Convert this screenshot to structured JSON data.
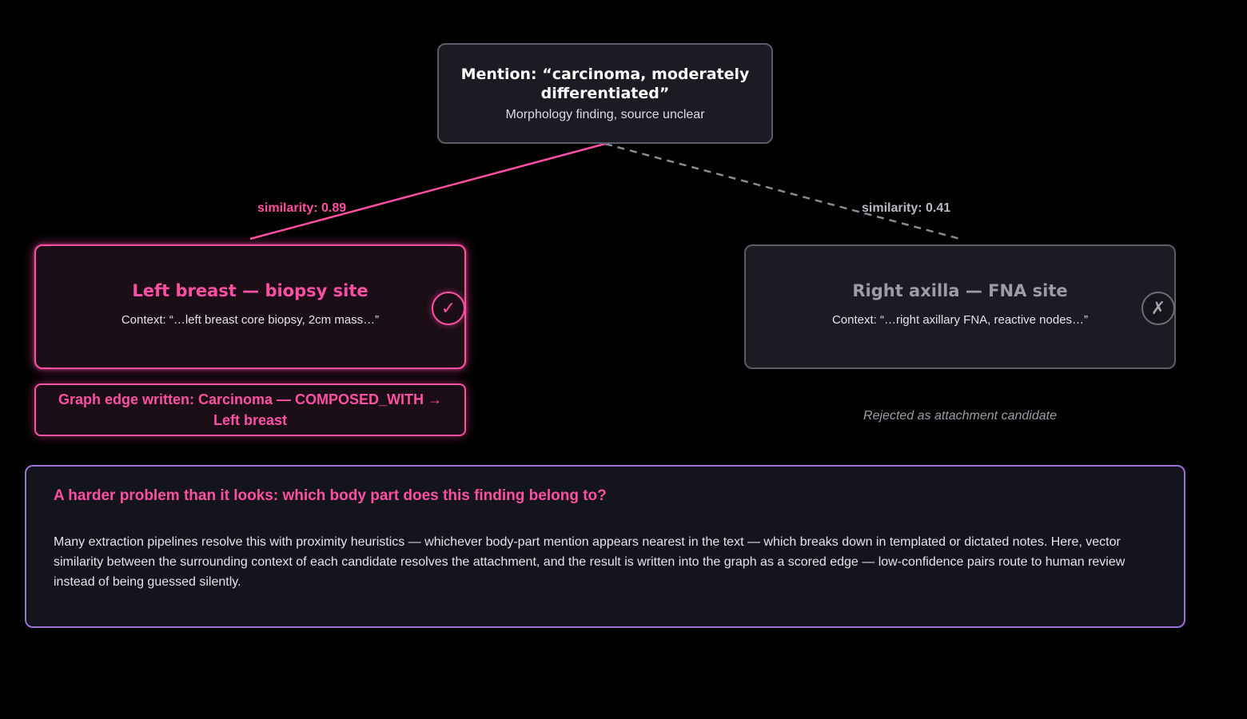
{
  "mention": {
    "title": "Mention: “carcinoma, moderately differentiated”",
    "subtitle": "Morphology finding, source unclear"
  },
  "candidates": [
    {
      "title": "Left breast — biopsy site",
      "context": "Context: “…left breast core biopsy, 2cm mass…”",
      "similarity_label": "similarity: 0.89",
      "similarity": 0.89,
      "status_icon": "check-icon",
      "status_glyph": "✓"
    },
    {
      "title": "Right axilla — FNA site",
      "context": "Context: “…right axillary FNA, reactive nodes…”",
      "similarity_label": "similarity: 0.41",
      "similarity": 0.41,
      "status_icon": "cross-icon",
      "status_glyph": "✗"
    }
  ],
  "edge_written": "Graph edge written: Carcinoma — COMPOSED_WITH → Left breast",
  "rejected_note": "Rejected as attachment candidate",
  "info": {
    "title": "A harder problem than it looks: which body part does this finding belong to?",
    "body": "Many extraction pipelines resolve this with proximity heuristics — whichever body-part mention appears nearest in the text — which breaks down in templated or dictated notes. Here, vector similarity between the surrounding context of each candidate resolves the attachment, and the result is written into the graph as a scored edge — low-confidence pairs route to human review instead of being guessed silently."
  },
  "colors": {
    "accent": "#ff4fa3",
    "muted": "#9c9ca7",
    "info_border": "#9a6fd6",
    "rejected_line": "#8a8a94"
  }
}
